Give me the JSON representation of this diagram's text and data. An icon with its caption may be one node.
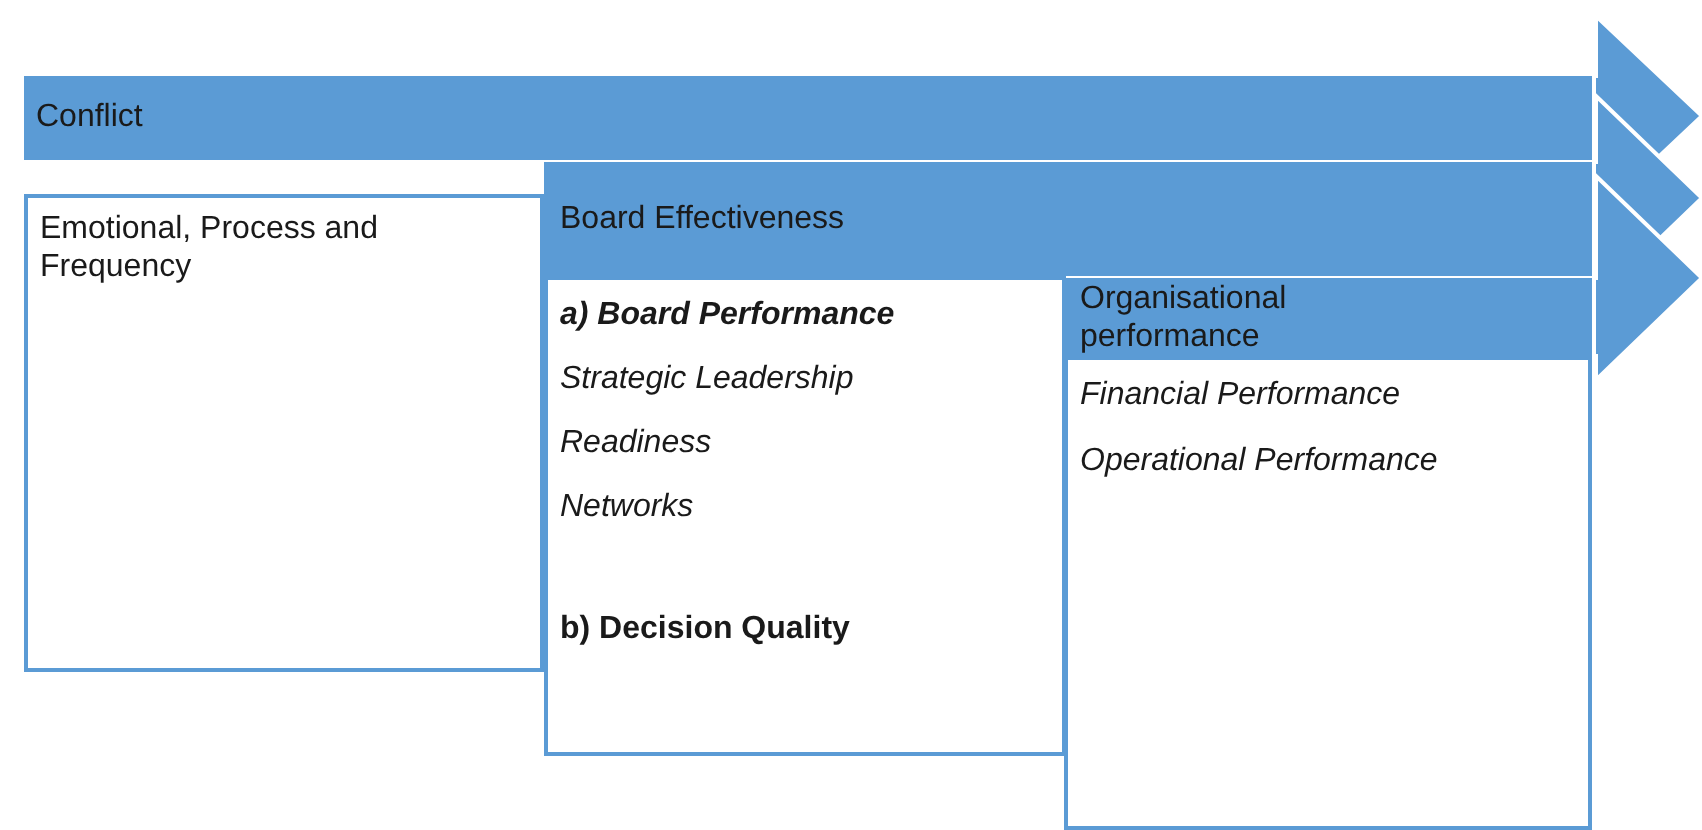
{
  "diagram": {
    "nodes": [
      {
        "text": [
          "Conflict"
        ]
      },
      {
        "text": [
          "Emotional, Process and Frequency"
        ]
      },
      {
        "text": [
          "Board Effectiveness"
        ]
      },
      {
        "text": [
          "a) Board Performance",
          "Strategic Leadership",
          "Readiness",
          "Networks",
          "b) Decision Quality"
        ]
      },
      {
        "text": [
          "Organisational performance"
        ]
      },
      {
        "text": [
          "Financial Performance",
          "Operational Performance"
        ]
      }
    ]
  }
}
